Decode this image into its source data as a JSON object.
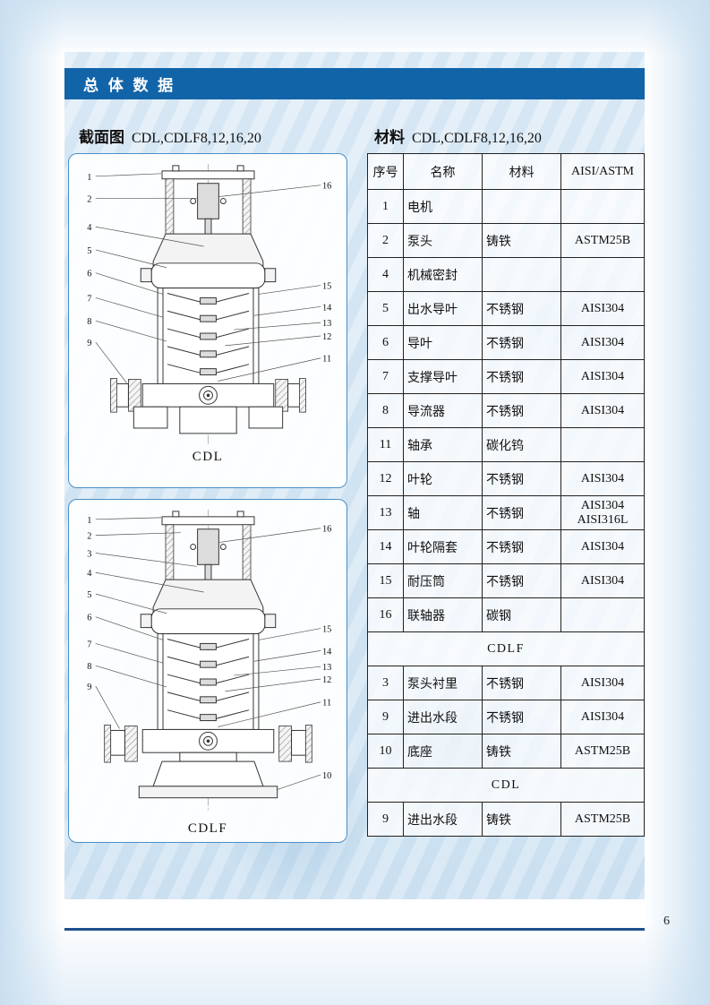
{
  "header": {
    "title": "总 体 数 据"
  },
  "colors": {
    "header_bar": "#1264a8",
    "panel_border": "#4b8fc7",
    "footer_rule": "#1d4f8f"
  },
  "sections": {
    "cross_section": {
      "heading": "截面图",
      "models": "CDL,CDLF8,12,16,20",
      "diagrams": {
        "cdl": {
          "caption": "CDL",
          "callouts_left": [
            "1",
            "2",
            "4",
            "5",
            "6",
            "7",
            "8",
            "9"
          ],
          "callouts_right": [
            "16",
            "15",
            "14",
            "13",
            "12",
            "11"
          ]
        },
        "cdlf": {
          "caption": "CDLF",
          "callouts_left": [
            "1",
            "2",
            "3",
            "4",
            "5",
            "6",
            "7",
            "8",
            "9"
          ],
          "callouts_right": [
            "16",
            "15",
            "14",
            "13",
            "12",
            "11",
            "10"
          ]
        }
      }
    },
    "materials": {
      "heading": "材料",
      "models": "CDL,CDLF8,12,16,20",
      "table": {
        "headers": [
          "序号",
          "名称",
          "材料",
          "AISI/ASTM"
        ],
        "rows": [
          {
            "no": "1",
            "name": "电机",
            "material": "",
            "aisi": ""
          },
          {
            "no": "2",
            "name": "泵头",
            "material": "铸铁",
            "aisi": "ASTM25B"
          },
          {
            "no": "4",
            "name": "机械密封",
            "material": "",
            "aisi": ""
          },
          {
            "no": "5",
            "name": "出水导叶",
            "material": "不锈钢",
            "aisi": "AISI304"
          },
          {
            "no": "6",
            "name": "导叶",
            "material": "不锈钢",
            "aisi": "AISI304"
          },
          {
            "no": "7",
            "name": "支撑导叶",
            "material": "不锈钢",
            "aisi": "AISI304"
          },
          {
            "no": "8",
            "name": "导流器",
            "material": "不锈钢",
            "aisi": "AISI304"
          },
          {
            "no": "11",
            "name": "轴承",
            "material": "碳化钨",
            "aisi": ""
          },
          {
            "no": "12",
            "name": "叶轮",
            "material": "不锈钢",
            "aisi": "AISI304"
          },
          {
            "no": "13",
            "name": "轴",
            "material": "不锈钢",
            "aisi": "AISI304\nAISI316L"
          },
          {
            "no": "14",
            "name": "叶轮隔套",
            "material": "不锈钢",
            "aisi": "AISI304"
          },
          {
            "no": "15",
            "name": "耐压筒",
            "material": "不锈钢",
            "aisi": "AISI304"
          },
          {
            "no": "16",
            "name": "联轴器",
            "material": "碳钢",
            "aisi": ""
          },
          {
            "section": "CDLF"
          },
          {
            "no": "3",
            "name": "泵头衬里",
            "material": "不锈钢",
            "aisi": "AISI304"
          },
          {
            "no": "9",
            "name": "进出水段",
            "material": "不锈钢",
            "aisi": "AISI304"
          },
          {
            "no": "10",
            "name": "底座",
            "material": "铸铁",
            "aisi": "ASTM25B"
          },
          {
            "section": "CDL"
          },
          {
            "no": "9",
            "name": "进出水段",
            "material": "铸铁",
            "aisi": "ASTM25B"
          }
        ]
      }
    }
  },
  "footer": {
    "page_number": "6"
  }
}
